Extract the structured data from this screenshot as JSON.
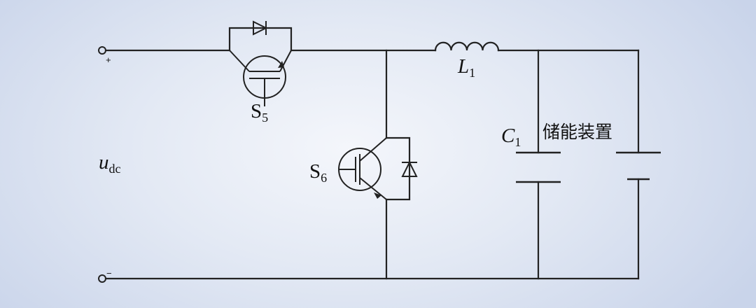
{
  "terminals": {
    "plus_sign": "+",
    "minus_sign": "−",
    "voltage_main": "u",
    "voltage_sub": "dc"
  },
  "components": {
    "s5": {
      "main": "S",
      "sub": "5"
    },
    "s6": {
      "main": "S",
      "sub": "6"
    },
    "l1": {
      "main": "L",
      "sub": "1"
    },
    "c1": {
      "main": "C",
      "sub": "1"
    },
    "storage_label": "储能装置"
  },
  "colors": {
    "wire": "#222222",
    "background_center": "#f4f6fb",
    "background_edge": "#c9d4ea"
  }
}
